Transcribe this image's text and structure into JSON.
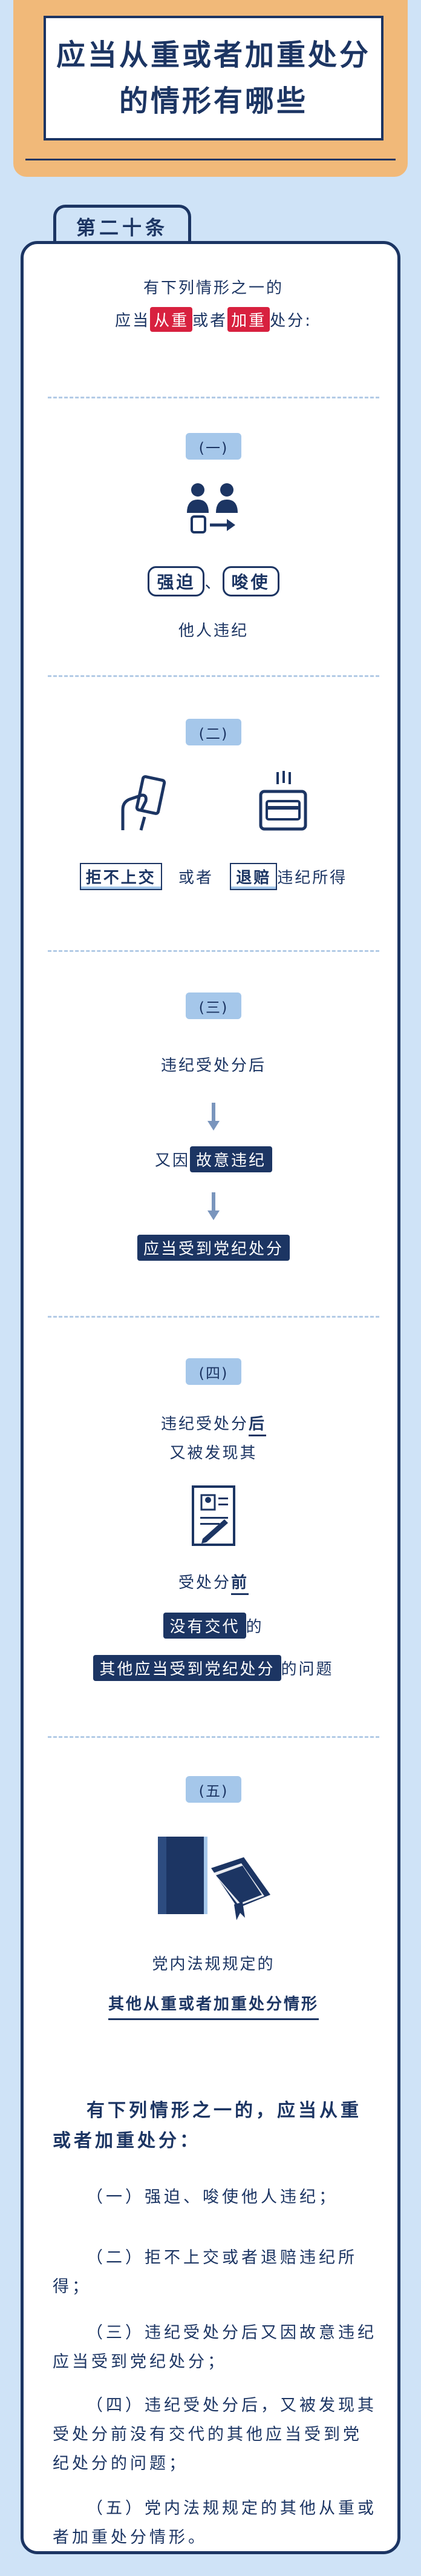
{
  "title": {
    "line1": "应当从重或者加重处分",
    "line2": "的情形有哪些"
  },
  "tab_label": "第二十条",
  "intro": {
    "line1": "有下列情形之一的",
    "pre": "应当",
    "tag1": "从重",
    "mid": "或者",
    "tag2": "加重",
    "post": "处分:"
  },
  "sections": {
    "s1": {
      "label": "(一)",
      "tag_a": "强迫",
      "sep": "、",
      "tag_b": "唆使",
      "caption": "他人违纪"
    },
    "s2": {
      "label": "(二)",
      "tag_a": "拒不上交",
      "mid": "或者",
      "tag_b": "退赔",
      "post": "违纪所得"
    },
    "s3": {
      "label": "(三)",
      "line1": "违纪受处分后",
      "pre2": "又因",
      "tag2": "故意违纪",
      "tag3": "应当受到党纪处分"
    },
    "s4": {
      "label": "(四)",
      "l1_pre": "违纪受处分",
      "l1_em": "后",
      "l2": "又被发现其",
      "l3_pre": "受处分",
      "l3_em": "前",
      "tag4": "没有交代",
      "l4_post": "的",
      "tag5": "其他应当受到党纪处分",
      "l5_post": "的问题"
    },
    "s5": {
      "label": "(五)",
      "line1": "党内法规规定的",
      "line2": "其他从重或者加重处分情形"
    }
  },
  "summary": {
    "head": "有下列情形之一的，应当从重或者加重处分：",
    "items": [
      "（一）强迫、唆使他人违纪；",
      "（二）拒不上交或者退赔违纪所得；",
      "（三）违纪受处分后又因故意违纪应当受到党纪处分；",
      "（四）违纪受处分后，又被发现其受处分前没有交代的其他应当受到党纪处分的问题；",
      "（五）党内法规规定的其他从重或者加重处分情形。"
    ]
  },
  "colors": {
    "navy": "#1c3563",
    "red": "#d8213f",
    "orange": "#f1b979",
    "light_blue": "#cfe3f7",
    "label_blue": "#a5c7ea"
  }
}
